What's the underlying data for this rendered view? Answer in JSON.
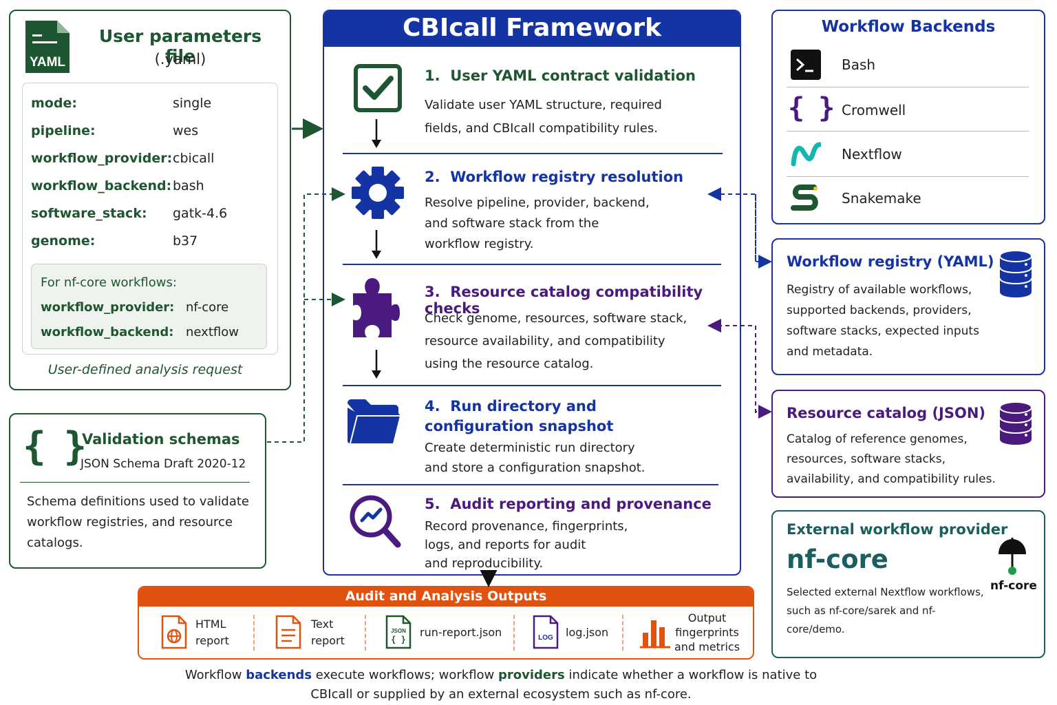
{
  "user_params": {
    "title": "User parameters file",
    "subtitle": "(.yaml)",
    "icon_label": "YAML",
    "icon": "yaml-file-icon",
    "params": [
      {
        "key": "mode:",
        "value": "single"
      },
      {
        "key": "pipeline:",
        "value": "wes"
      },
      {
        "key": "workflow_provider:",
        "value": "cbicall"
      },
      {
        "key": "workflow_backend:",
        "value": "bash"
      },
      {
        "key": "software_stack:",
        "value": "gatk-4.6"
      },
      {
        "key": "genome:",
        "value": "b37"
      }
    ],
    "nfcore": {
      "heading": "For nf-core workflows:",
      "params": [
        {
          "key": "workflow_provider:",
          "value": "nf-core"
        },
        {
          "key": "workflow_backend:",
          "value": "nextflow"
        }
      ]
    },
    "caption": "User-defined analysis request"
  },
  "schemas": {
    "title": "Validation schemas",
    "subtitle": "JSON Schema Draft 2020-12",
    "description": "Schema definitions used to validate workflow registries, and resource catalogs.",
    "icon": "braces-icon"
  },
  "framework": {
    "title": "CBIcall Framework",
    "steps": [
      {
        "number": "1.",
        "title": "User YAML contract validation",
        "description": [
          "Validate user YAML structure, required",
          "fields, and CBIcall compatibility rules."
        ],
        "icon": "checkbox-icon"
      },
      {
        "number": "2.",
        "title": "Workflow registry resolution",
        "description": [
          "Resolve pipeline, provider, backend,",
          "and software stack from the",
          "workflow registry."
        ],
        "icon": "gear-icon"
      },
      {
        "number": "3.",
        "title": "Resource catalog compatibility checks",
        "description": [
          "Check genome, resources, software stack,",
          "resource availability, and compatibility",
          "using the resource catalog."
        ],
        "icon": "puzzle-icon"
      },
      {
        "number": "4.",
        "title": "Run directory and configuration snapshot",
        "title_lines": [
          "Run directory and",
          "configuration snapshot"
        ],
        "description": [
          "Create deterministic run directory",
          "and store a configuration snapshot."
        ],
        "icon": "folder-icon"
      },
      {
        "number": "5.",
        "title": "Audit reporting and provenance",
        "description": [
          "Record provenance, fingerprints,",
          "logs, and reports for audit",
          "and reproducibility."
        ],
        "icon": "magnifier-chart-icon"
      }
    ]
  },
  "backends": {
    "title": "Workflow Backends",
    "items": [
      {
        "label": "Bash",
        "icon": "terminal-icon"
      },
      {
        "label": "Cromwell",
        "icon": "braces-icon"
      },
      {
        "label": "Nextflow",
        "icon": "nextflow-icon"
      },
      {
        "label": "Snakemake",
        "icon": "snakemake-icon"
      }
    ]
  },
  "registry": {
    "title": "Workflow registry (YAML)",
    "description": "Registry of available workflows, supported backends, providers, software stacks, expected inputs and metadata.",
    "icon": "database-icon"
  },
  "catalog": {
    "title": "Resource catalog (JSON)",
    "description": "Catalog of reference genomes, resources, software stacks, availability, and compatibility rules.",
    "icon": "database-icon"
  },
  "external": {
    "title": "External workflow provider",
    "name": "nf-core",
    "description": "Selected external Nextflow workflows, such as nf-core/sarek and nf-core/demo.",
    "logo_label": "nf-core",
    "icon": "umbrella-icon"
  },
  "outputs": {
    "title": "Audit and Analysis Outputs",
    "items": [
      {
        "label": "HTML report",
        "lines": [
          "HTML",
          "report"
        ],
        "icon": "html-file-icon"
      },
      {
        "label": "Text report",
        "lines": [
          "Text",
          "report"
        ],
        "icon": "text-file-icon"
      },
      {
        "label": "run-report.json",
        "lines": [
          "run-report.json"
        ],
        "icon": "json-file-icon",
        "icon_text": "JSON"
      },
      {
        "label": "log.json",
        "lines": [
          "log.json"
        ],
        "icon": "log-file-icon",
        "icon_text": "LOG"
      },
      {
        "label": "Output fingerprints and metrics",
        "lines": [
          "Output",
          "fingerprints",
          "and metrics"
        ],
        "icon": "bar-chart-icon"
      }
    ]
  },
  "footnote": {
    "part1": "Workflow ",
    "backends_word": "backends",
    "part2": " execute workflows; workflow ",
    "providers_word": "providers",
    "part3": " indicate whether a workflow is native to",
    "line2": "CBIcall or supplied by an external ecosystem such as nf-core."
  },
  "colors": {
    "green": "#1e5631",
    "blue": "#1434a4",
    "purple": "#4a1a7e",
    "teal": "#1b5e5e",
    "orange": "#e2520f"
  }
}
